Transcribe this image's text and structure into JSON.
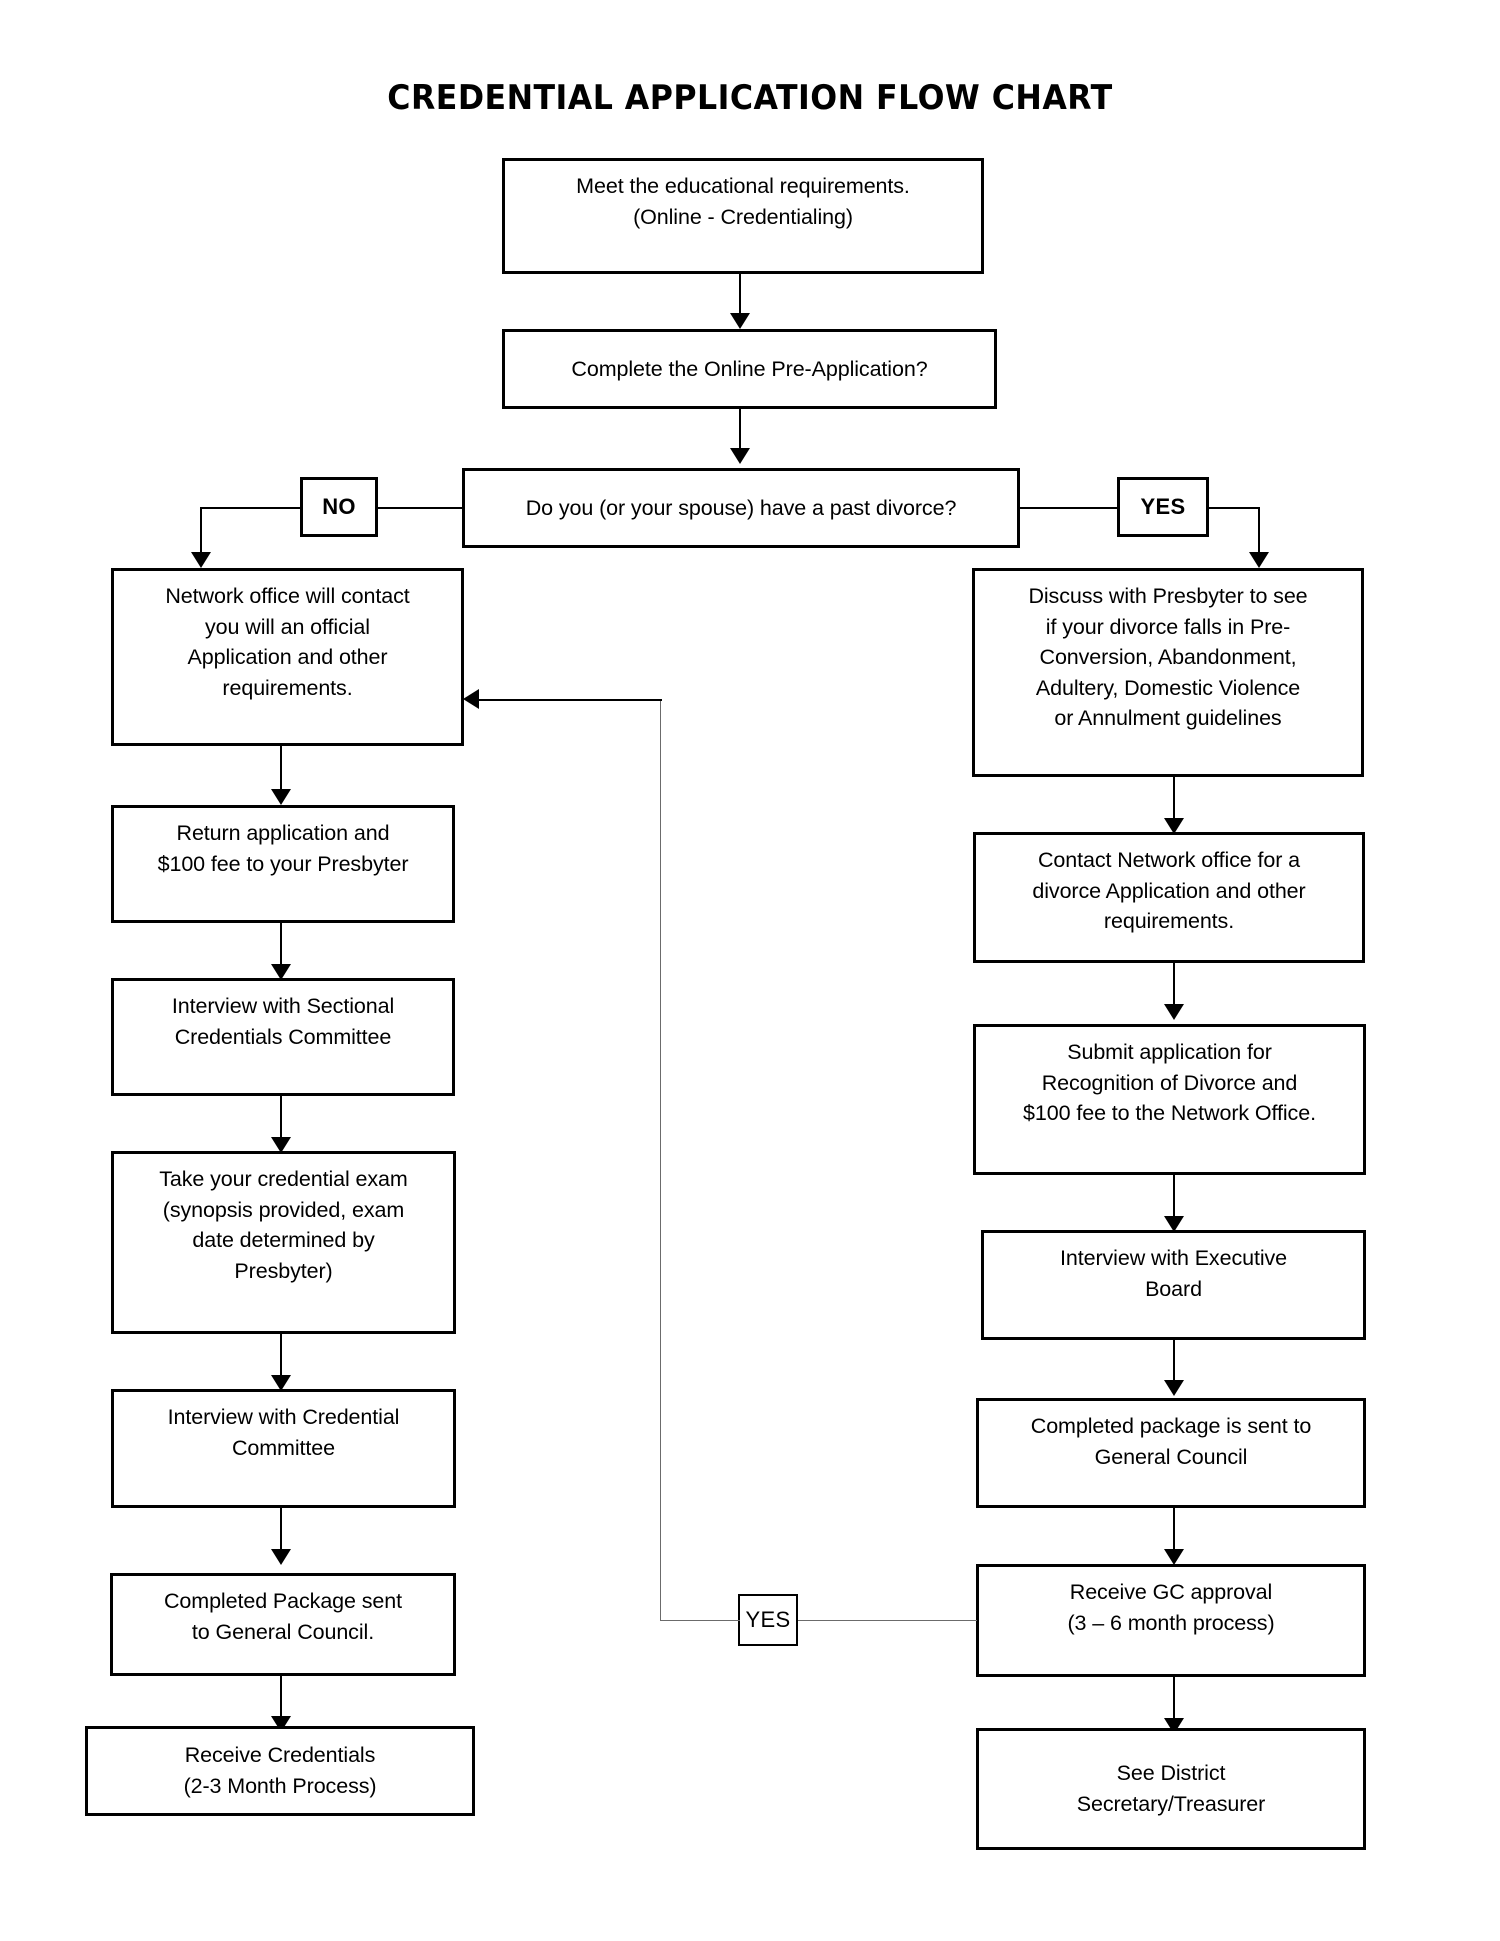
{
  "title": "CREDENTIAL APPLICATION FLOW CHART",
  "chart_data": {
    "type": "diagram",
    "title": "CREDENTIAL APPLICATION FLOW CHART",
    "nodes": [
      {
        "id": "n1",
        "label": "Meet the educational requirements.\n(Online - Credentialing)"
      },
      {
        "id": "n2",
        "label": "Complete the Online Pre-Application?"
      },
      {
        "id": "n3",
        "label": "Do you (or your spouse) have a past divorce?"
      },
      {
        "id": "l_no",
        "label": "NO"
      },
      {
        "id": "l_yes",
        "label": "YES"
      },
      {
        "id": "n4",
        "label": "Network office will contact\nyou will an official\nApplication and other\nrequirements."
      },
      {
        "id": "n5",
        "label": "Return application and\n$100 fee to your Presbyter"
      },
      {
        "id": "n6",
        "label": "Interview with Sectional\nCredentials Committee"
      },
      {
        "id": "n7",
        "label": "Take your credential exam\n(synopsis provided, exam\ndate determined by\nPresbyter)"
      },
      {
        "id": "n8",
        "label": "Interview with Credential\nCommittee"
      },
      {
        "id": "n9",
        "label": "Completed Package sent\nto General Council."
      },
      {
        "id": "n10",
        "label": "Receive Credentials\n(2-3 Month Process)"
      },
      {
        "id": "n11",
        "label": "Discuss with Presbyter to see\nif your divorce falls in Pre-\nConversion, Abandonment,\nAdultery, Domestic Violence\nor Annulment guidelines"
      },
      {
        "id": "n12",
        "label": "Contact Network office for a\ndivorce Application and other\nrequirements."
      },
      {
        "id": "n13",
        "label": "Submit application for\nRecognition of Divorce and\n$100 fee to the Network Office."
      },
      {
        "id": "n14",
        "label": "Interview with Executive\nBoard"
      },
      {
        "id": "n15",
        "label": "Completed package is sent to\nGeneral Council"
      },
      {
        "id": "n16",
        "label": "Receive GC approval\n(3 – 6 month process)"
      },
      {
        "id": "l_yes2",
        "label": "YES"
      },
      {
        "id": "n17",
        "label": "See District\nSecretary/Treasurer"
      }
    ],
    "edges": [
      {
        "from": "n1",
        "to": "n2",
        "label": ""
      },
      {
        "from": "n2",
        "to": "n3",
        "label": ""
      },
      {
        "from": "n3",
        "to": "n4",
        "label": "NO"
      },
      {
        "from": "n3",
        "to": "n11",
        "label": "YES"
      },
      {
        "from": "n4",
        "to": "n5",
        "label": ""
      },
      {
        "from": "n5",
        "to": "n6",
        "label": ""
      },
      {
        "from": "n6",
        "to": "n7",
        "label": ""
      },
      {
        "from": "n7",
        "to": "n8",
        "label": ""
      },
      {
        "from": "n8",
        "to": "n9",
        "label": ""
      },
      {
        "from": "n9",
        "to": "n10",
        "label": ""
      },
      {
        "from": "n11",
        "to": "n12",
        "label": ""
      },
      {
        "from": "n12",
        "to": "n13",
        "label": ""
      },
      {
        "from": "n13",
        "to": "n14",
        "label": ""
      },
      {
        "from": "n14",
        "to": "n15",
        "label": ""
      },
      {
        "from": "n15",
        "to": "n16",
        "label": ""
      },
      {
        "from": "n16",
        "to": "n4",
        "label": "YES"
      },
      {
        "from": "n16",
        "to": "n17",
        "label": ""
      }
    ],
    "colors": {
      "line": "#000000",
      "box_border": "#000000",
      "background": "#ffffff",
      "feedback_line": "#6b6b6b"
    }
  },
  "nodes": {
    "n1": "Meet the educational requirements.\n(Online - Credentialing)",
    "n2": "Complete the Online Pre-Application?",
    "n3": "Do you (or your spouse) have a past divorce?",
    "n4": "Network office will contact\nyou will an official\nApplication and other\nrequirements.",
    "n5": "Return application and\n$100 fee to your Presbyter",
    "n6": "Interview with Sectional\nCredentials Committee",
    "n7": "Take your credential exam\n(synopsis provided, exam\ndate determined by\nPresbyter)",
    "n8": "Interview with Credential\nCommittee",
    "n9": "Completed Package sent\nto General Council.",
    "n10": "Receive Credentials\n(2-3 Month Process)",
    "n11": "Discuss with Presbyter to see\nif your divorce falls in Pre-\nConversion, Abandonment,\nAdultery, Domestic Violence\nor Annulment guidelines",
    "n12": "Contact Network office for a\ndivorce Application and other\nrequirements.",
    "n13": "Submit application for\nRecognition of Divorce and\n$100 fee to the Network Office.",
    "n14": "Interview with Executive\nBoard",
    "n15": "Completed package is sent to\nGeneral Council",
    "n16": "Receive GC approval\n(3 – 6 month process)",
    "n17": "See District\nSecretary/Treasurer"
  },
  "labels": {
    "no": "NO",
    "yes": "YES",
    "yes_loop": "YES"
  }
}
